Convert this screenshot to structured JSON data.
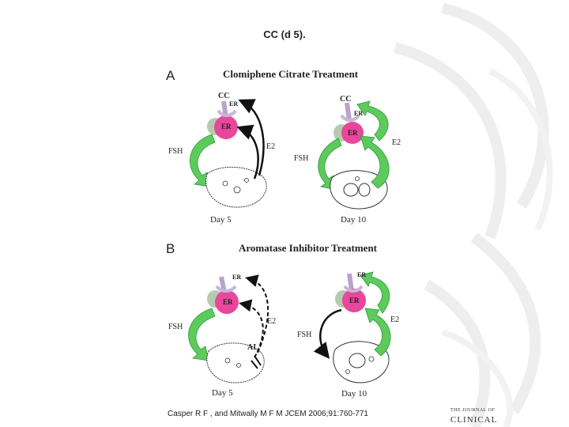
{
  "slide": {
    "title": "CC (d 5)."
  },
  "panel_a": {
    "letter": "A",
    "title": "Clomiphene Citrate Treatment",
    "left": {
      "cc": "CC",
      "er_top": "ER",
      "er": "ER",
      "fsh": "FSH",
      "e2": "E2",
      "day": "Day 5"
    },
    "right": {
      "cc": "CC",
      "er_top": "ER",
      "er": "ER",
      "fsh": "FSH",
      "e2": "E2",
      "day": "Day 10"
    }
  },
  "panel_b": {
    "letter": "B",
    "title": "Aromatase Inhibitor Treatment",
    "left": {
      "er_top": "ER",
      "er": "ER",
      "fsh": "FSH",
      "e2": "E2",
      "ai": "AI",
      "day": "Day 5"
    },
    "right": {
      "er_top": "ER",
      "er": "ER",
      "fsh": "FSH",
      "e2": "E2",
      "day": "Day 10"
    }
  },
  "footer": {
    "citation": "Casper R F , and Mitwally M F M JCEM 2006;91:760-771",
    "journal_small": "THE JOURNAL OF",
    "journal_big": "CLINICAL"
  },
  "colors": {
    "pink": "#e8479b",
    "green_arrow": "#5ccb5c",
    "green_dark": "#2e9a3a",
    "lavender": "#c9b6d9",
    "sage": "#b5cbb0"
  },
  "icons": [
    "pituitary-gland-icon",
    "ovary-icon",
    "arrow-icon",
    "swirl-logo-icon"
  ]
}
